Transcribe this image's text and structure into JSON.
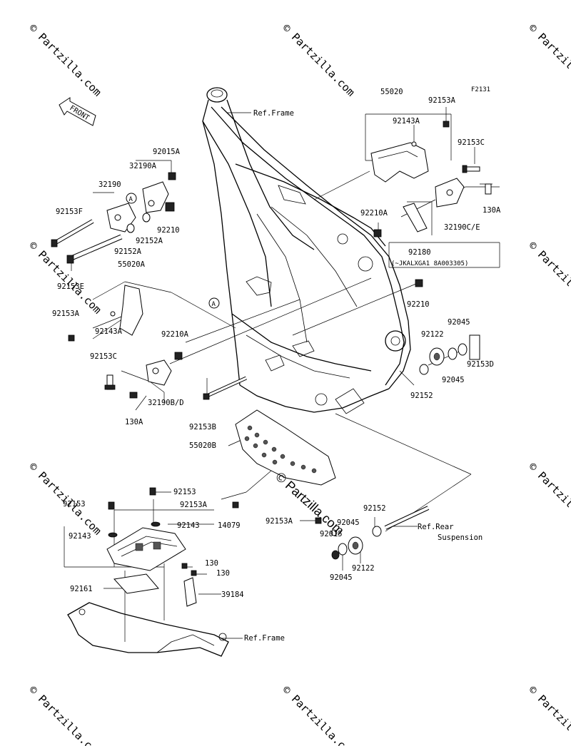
{
  "figure_code": "F2131",
  "front_label": "FRONT",
  "watermark": "© Partzilla.com",
  "center_watermark": "© Partzilla.com",
  "labels": {
    "p55020": "55020",
    "p92153A_top": "92153A",
    "p92143A_top": "92143A",
    "p92153C_right": "92153C",
    "p130A_right": "130A",
    "p32190CE": "32190C/E",
    "p92210A_right": "92210A",
    "p92180": "92180",
    "p92180_note": "(~JKALXGA1 8A003305)",
    "p92210_right": "92210",
    "p92122_right": "92122",
    "p92045_right_a": "92045",
    "p92045_right_b": "92045",
    "p92153D": "92153D",
    "p92152_right": "92152",
    "ref_frame_top": "Ref.Frame",
    "p92015A": "92015A",
    "p32190A": "32190A",
    "p32190": "32190",
    "p92153F": "92153F",
    "p92210_left": "92210",
    "p92152A_a": "92152A",
    "p92152A_b": "92152A",
    "p92153E": "92153E",
    "p55020A": "55020A",
    "p92153A_left": "92153A",
    "p92143A_left": "92143A",
    "p92210A_left": "92210A",
    "p92153C_left": "92153C",
    "p32190BD": "32190B/D",
    "p130A_left": "130A",
    "p92153B": "92153B",
    "p55020B": "55020B",
    "p92153A_mid": "92153A",
    "p92153_a": "92153",
    "p92153_b": "92153",
    "p92143_a": "92143",
    "p92143_b": "92143",
    "p14079": "14079",
    "p92161": "92161",
    "p130_a": "130",
    "p130_b": "130",
    "p39184": "39184",
    "ref_frame_bottom": "Ref.Frame",
    "p92153A_low": "92153A",
    "p92015": "92015",
    "p92045_low_a": "92045",
    "p92045_low_b": "92045",
    "p92152_low": "92152",
    "p92122_low": "92122",
    "ref_rear_1": "Ref.Rear",
    "ref_rear_2": "Suspension",
    "callout_A_1": "A",
    "callout_A_2": "A"
  }
}
